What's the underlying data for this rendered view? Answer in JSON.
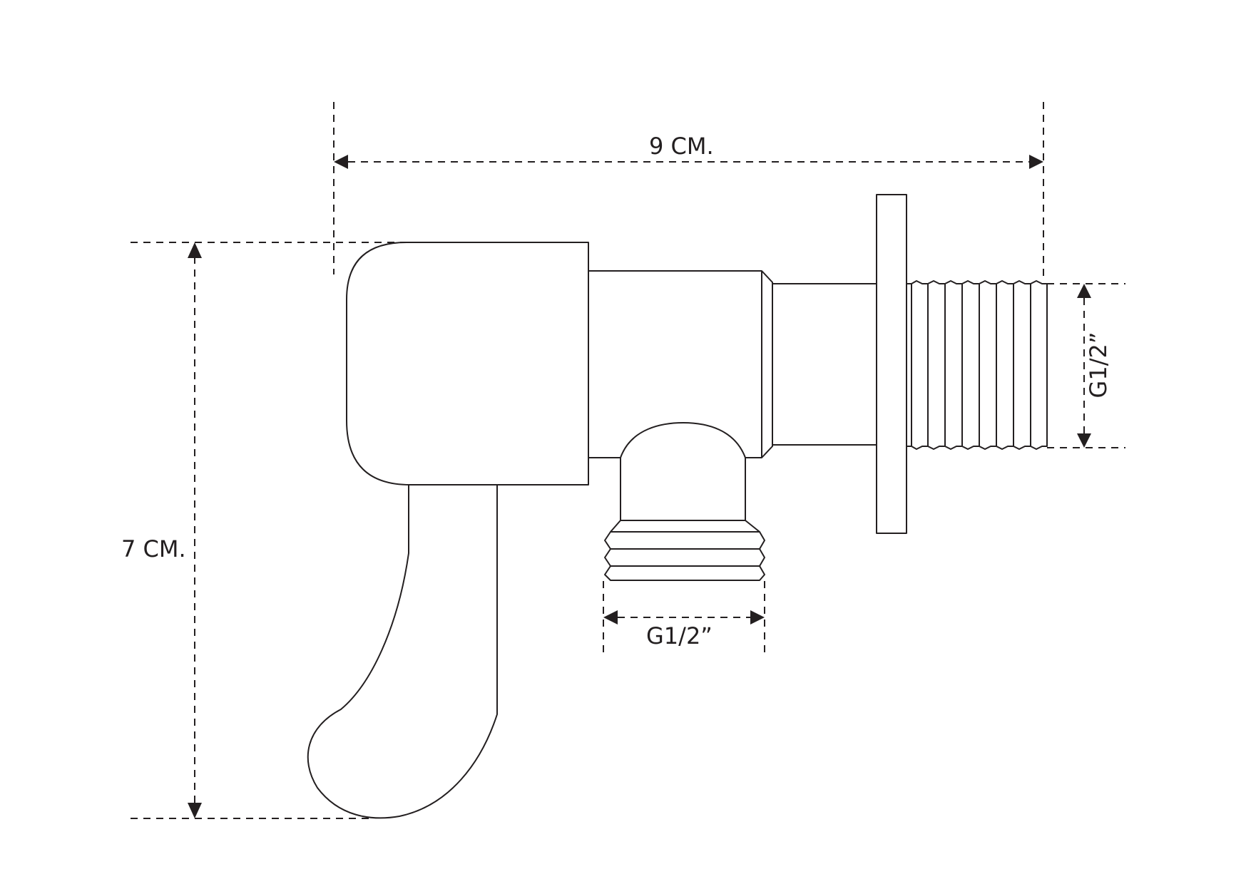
{
  "dimensions": {
    "overall_width": "9 CM.",
    "overall_height": "7 CM.",
    "outlet_thread": "G1/2”",
    "inlet_thread": "G1/2”"
  },
  "colors": {
    "line": "#231f20",
    "background": "#ffffff"
  }
}
